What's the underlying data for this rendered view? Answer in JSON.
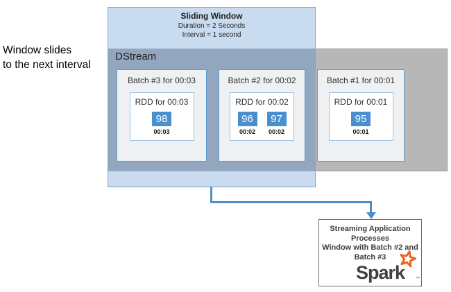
{
  "left_note": {
    "line1": "Window slides",
    "line2": "to the next interval"
  },
  "sliding_window": {
    "title": "Sliding Window",
    "duration": "Duration = 2 Seconds",
    "interval": "Interval = 1 second"
  },
  "dstream": {
    "label": "DStream",
    "batches": [
      {
        "title": "Batch #3 for 00:03",
        "rdd_title": "RDD for 00:03",
        "cells": [
          {
            "value": "98",
            "time": "00:03"
          }
        ]
      },
      {
        "title": "Batch #2 for 00:02",
        "rdd_title": "RDD for 00:02",
        "cells": [
          {
            "value": "96",
            "time": "00:02"
          },
          {
            "value": "97",
            "time": "00:02"
          }
        ]
      },
      {
        "title": "Batch #1 for 00:01",
        "rdd_title": "RDD for 00:01",
        "cells": [
          {
            "value": "95",
            "time": "00:01"
          }
        ]
      }
    ]
  },
  "processor": {
    "line1": "Streaming Application",
    "line2": "Processes",
    "line3": "Window with Batch #2 and",
    "line4": "Batch #3",
    "logo_text": "Spark",
    "logo_tm": "™"
  },
  "colors": {
    "overlay_light_blue": "#c9dcef",
    "overlay_on_gray": "#92a7bf",
    "dstream_gray": "#b7b7b7",
    "batch_border_blue": "#5b9bd5",
    "cell_blue": "#4a90cf",
    "arrow_blue": "#4b8fca",
    "spark_orange": "#e8641f"
  }
}
